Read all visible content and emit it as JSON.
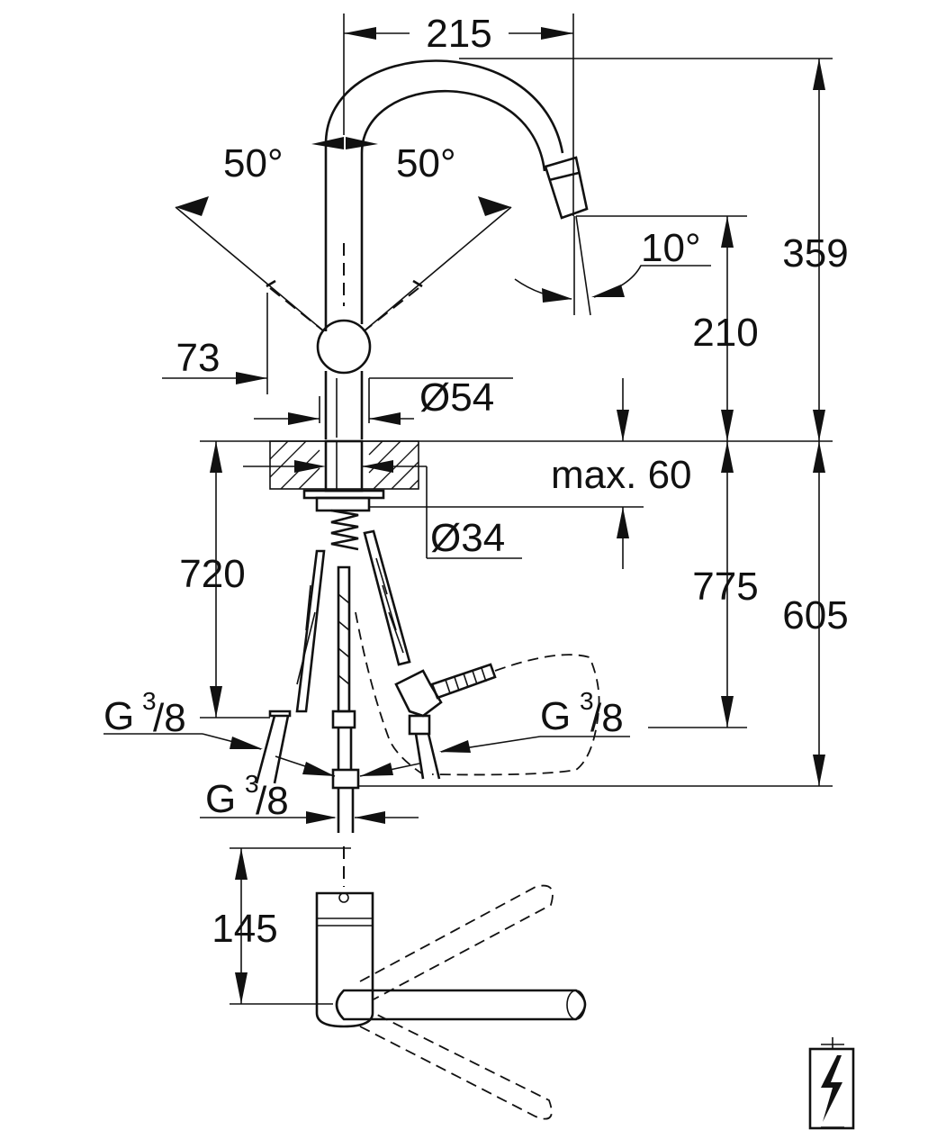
{
  "dimensions": {
    "overall_width": "215",
    "height_above_counter": "359",
    "swivel_left": "50°",
    "swivel_right": "50°",
    "spout_tilt": "10°",
    "spout_clearance": "210",
    "lever_reach": "73",
    "body_diameter": "Ø54",
    "max_counter_thickness": "max. 60",
    "hole_diameter": "Ø34",
    "hose_length": "720",
    "below_counter_a": "775",
    "below_counter_b": "605",
    "top_view_depth": "145"
  },
  "connections": {
    "g_label": "G",
    "fraction_num": "3",
    "fraction_den": "/8"
  },
  "icons": [
    "electrical-warning-icon"
  ]
}
